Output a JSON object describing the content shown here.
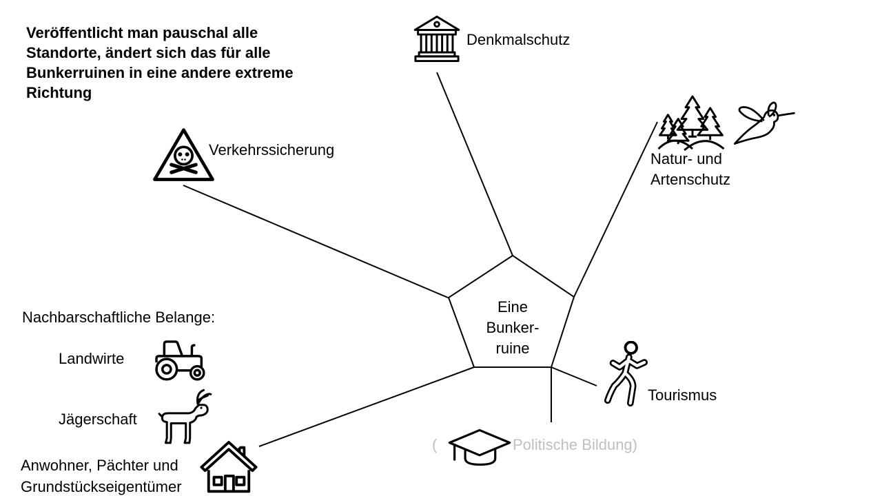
{
  "intro": {
    "lines": [
      "Veröffentlicht man pauschal alle",
      "Standorte, ändert sich das für alle",
      "Bunkerruinen in eine andere extreme",
      "Richtung"
    ]
  },
  "center": {
    "lines": [
      "Eine",
      "Bunker-",
      "ruine"
    ]
  },
  "nodes": {
    "denkmalschutz": {
      "label": "Denkmalschutz",
      "icon": "museum-icon"
    },
    "naturschutz": {
      "lines": [
        "Natur- und",
        "Artenschutz"
      ],
      "icons": [
        "forest-icon",
        "hummingbird-icon"
      ]
    },
    "verkehrssicherung": {
      "label": "Verkehrssicherung",
      "icon": "skull-crossbones-warning-icon"
    },
    "tourismus": {
      "label": "Tourismus",
      "icon": "walking-person-icon"
    },
    "politische_bildung": {
      "open_paren": "(",
      "label": "Politische Bildung)",
      "icon": "graduation-cap-icon"
    }
  },
  "nachbarschaft": {
    "heading": "Nachbarschaftliche Belange:",
    "landwirte": {
      "label": "Landwirte",
      "icon": "tractor-icon"
    },
    "jaegerschaft": {
      "label": "Jägerschaft",
      "icon": "deer-icon"
    },
    "anwohner": {
      "lines": [
        "Anwohner, Pächter und",
        "Grundstückseigentümer"
      ],
      "icon": "house-icon"
    }
  },
  "colors": {
    "ink": "#000000",
    "muted_text": "#bfbfbf",
    "background": "#ffffff"
  }
}
